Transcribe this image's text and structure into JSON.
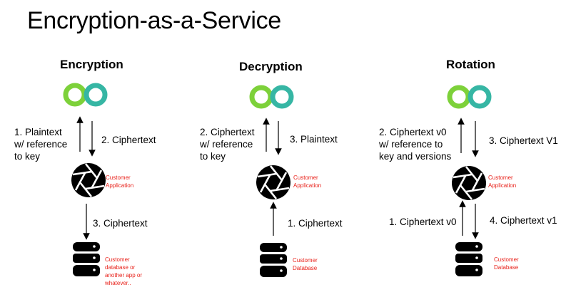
{
  "title": "Encryption-as-a-Service",
  "colors": {
    "logo_green": "#7dd13a",
    "logo_teal": "#36b6a4",
    "annotation_red": "#e8211a",
    "icon_black": "#000000"
  },
  "icons": {
    "service": "vault-infinity-logo-icon",
    "application": "camera-shutter-icon",
    "storage": "database-icon"
  },
  "columns": [
    {
      "heading": "Encryption",
      "up_label": [
        "1. Plaintext",
        "w/ reference",
        "to key"
      ],
      "down_label": "2. Ciphertext",
      "app_label": [
        "Customer",
        "Application"
      ],
      "bottom_label": "3. Ciphertext",
      "bottom_arrow": "down",
      "db_label": [
        "Customer",
        "database or",
        "another  app or",
        "whatever.."
      ]
    },
    {
      "heading": "Decryption",
      "up_label": [
        "2. Ciphertext",
        "w/ reference",
        "to key"
      ],
      "down_label": "3. Plaintext",
      "app_label": [
        "Customer",
        "Application"
      ],
      "bottom_label": "1. Ciphertext",
      "bottom_arrow": "up",
      "db_label": [
        "Customer",
        "Database"
      ]
    },
    {
      "heading": "Rotation",
      "up_label": [
        "2. Ciphertext v0",
        "w/ reference to",
        "key and versions"
      ],
      "down_label": "3. Ciphertext V1",
      "app_label": [
        "Customer",
        "Application"
      ],
      "bottom_left_label": "1. Ciphertext v0",
      "bottom_right_label": "4. Ciphertext v1",
      "bottom_arrow": "both",
      "db_label": [
        "Customer",
        "Database"
      ]
    }
  ]
}
